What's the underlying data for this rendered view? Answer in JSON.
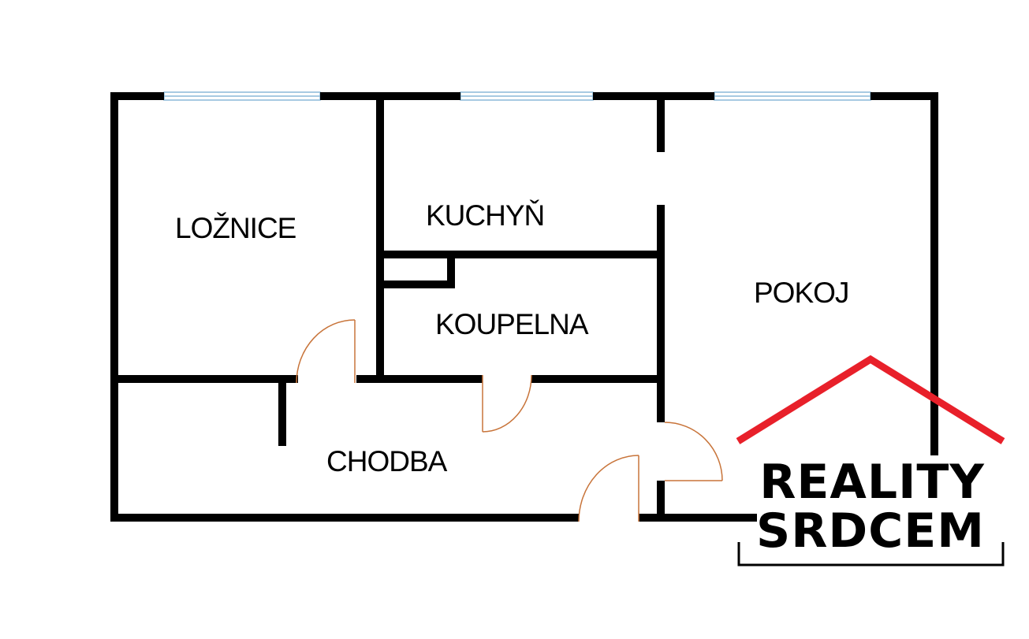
{
  "rooms": {
    "loznice": "LOŽNICE",
    "kuchyn": "KUCHYŇ",
    "koupelna": "KOUPELNA",
    "pokoj": "POKOJ",
    "chodba": "CHODBA"
  },
  "logo": {
    "line1": "REALITY",
    "line2": "SRDCEM",
    "roof_color": "#e8202a"
  },
  "colors": {
    "wall": "#000000",
    "door": "#c8743a",
    "window": "#8ab8d8"
  }
}
